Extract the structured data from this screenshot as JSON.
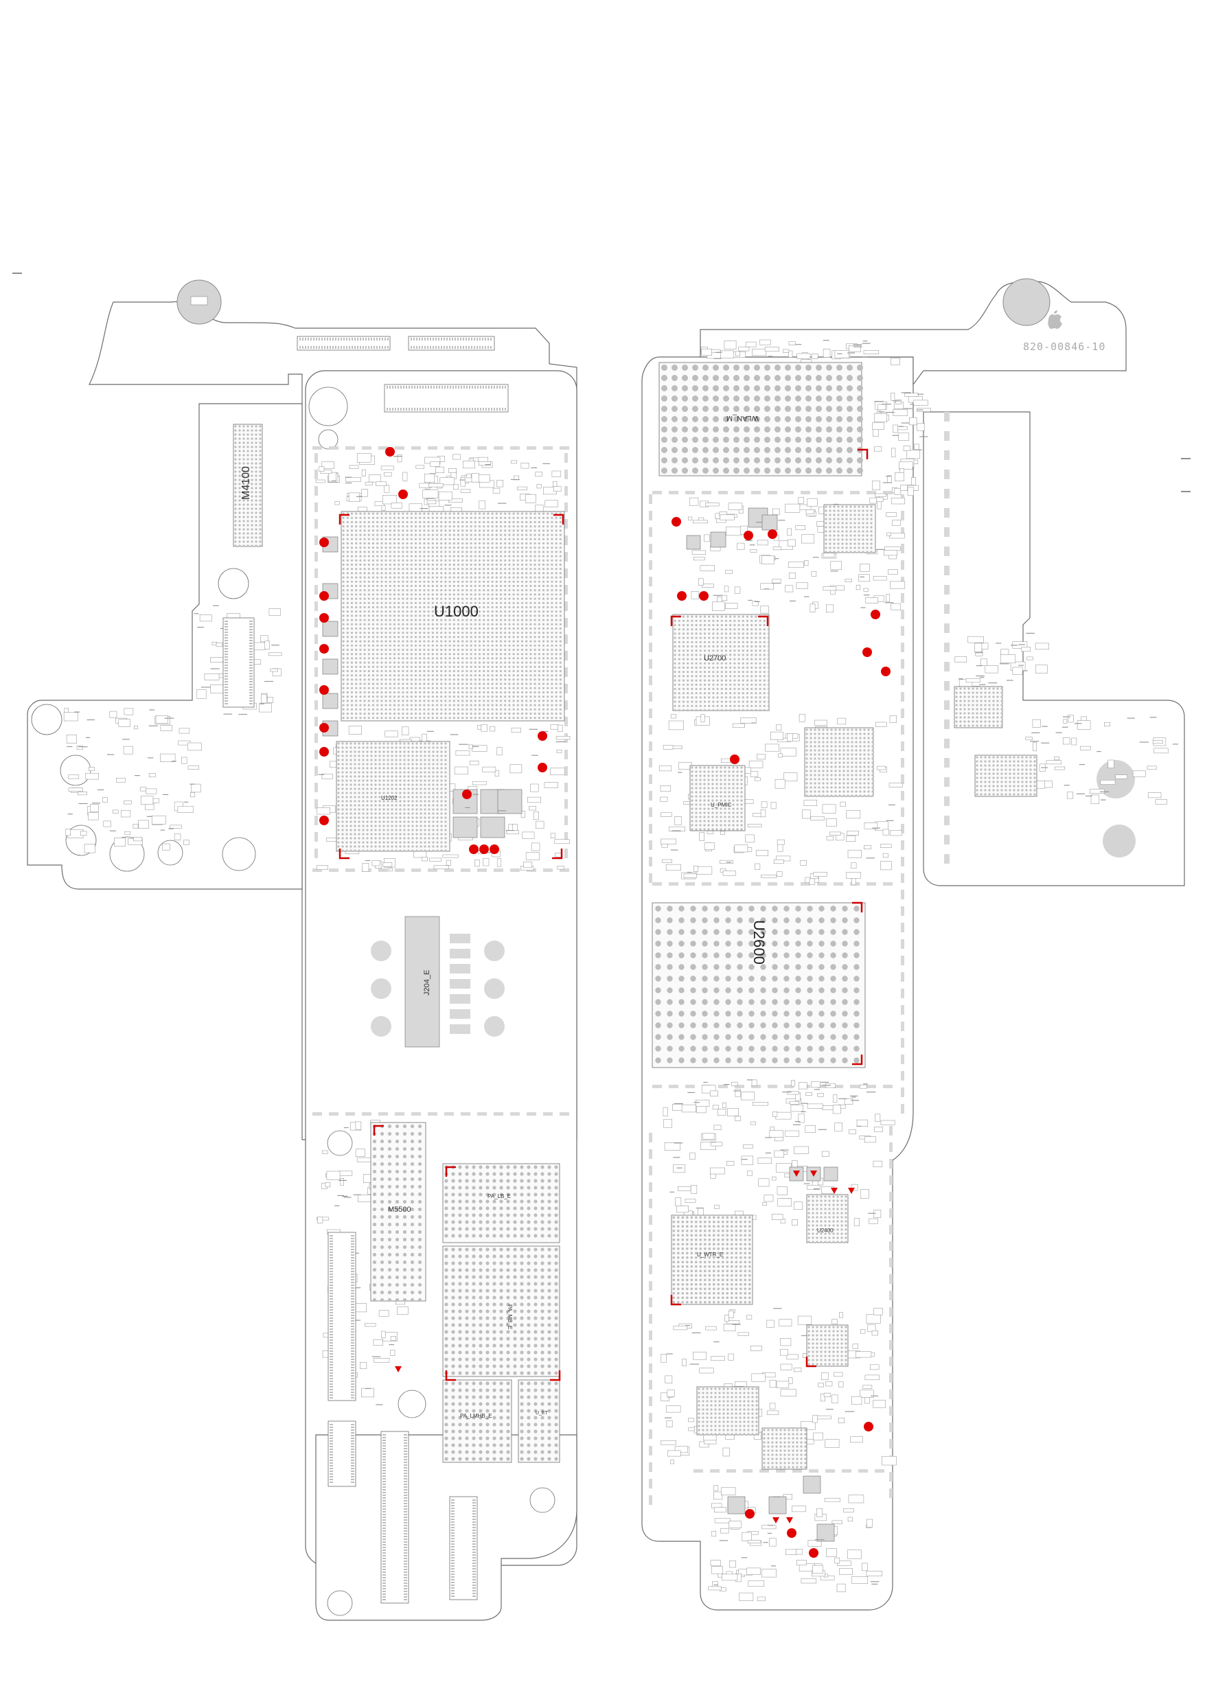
{
  "board": {
    "part_number": "820-00846-10"
  },
  "chips": {
    "u1000": "U1000",
    "u2700": "U2700",
    "u2600": "U2600",
    "m4100": "M4100",
    "m5500": "M5500",
    "u2400": "U2400",
    "u1202": "U1202",
    "wlan": "WLAN_M",
    "j204": "J204_E",
    "pa_lb": "PA_LB_E",
    "pa_mb": "PA_MB_E",
    "pa_hb": "PA_LMHB_E",
    "u_wtr": "U_WTR_E",
    "u_pmic": "U_PMIC",
    "u_et": "U_ET"
  },
  "colors": {
    "board_fill": "#ffffff",
    "outline": "#6b6b6b",
    "pad": "#d8d8d8",
    "pad_dark": "#bdbdbd",
    "marker": "#e00000",
    "mark_line": "#d00000"
  },
  "icons": {
    "logo": "apple-logo-icon"
  }
}
